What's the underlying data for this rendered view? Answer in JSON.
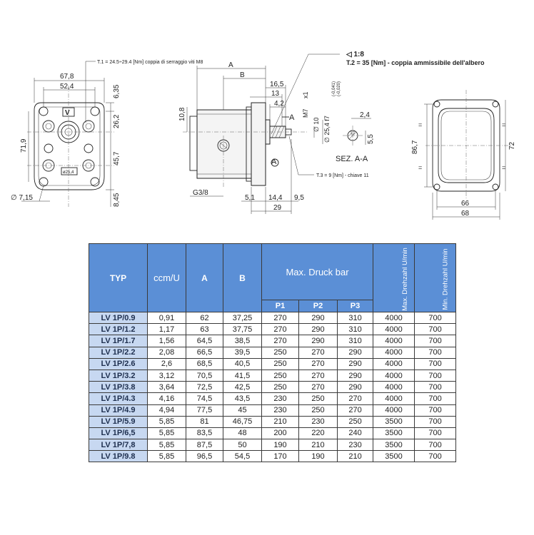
{
  "drawing": {
    "front": {
      "d_67_8": "67,8",
      "d_52_4": "52,4",
      "d_71_9": "71,9",
      "d_6_35": "6,35",
      "d_26_2": "26,2",
      "d_45_7": "45,7",
      "d_8_45": "8,45",
      "d_7_15": "∅ 7,15",
      "badge": "ø25,4",
      "torque_note": "T.1 = 24.5÷29.4 [Nm]  coppia di serraggio viti M8"
    },
    "side": {
      "A": "A",
      "B": "B",
      "d_16_5": "16,5",
      "d_13": "13",
      "d_4_2": "4,2",
      "d_10_8": "10,8",
      "d_G3_8": "G3/8",
      "d_5_1": "5,1",
      "d_14_4": "14,4",
      "d_9_5": "9,5",
      "d_29": "29",
      "d_M7": "M7",
      "d_x1": "x1",
      "d_o10": "∅ 10",
      "d_o25_4": "∅ 25,4 f7",
      "tol_top": "(-0,041)",
      "tol_bot": "(-0,020)",
      "section_A_top": "A",
      "section_A_bot": "A",
      "ratio": "◁ 1:8",
      "torque_t2": "T.2 = 35 [Nm] - coppia ammissibile dell'albero",
      "torque_t3": "T.3 = 9 [Nm] -  chiave 11",
      "d_2_4": "2,4",
      "d_5_5": "5,5",
      "section_label": "SEZ. A-A"
    },
    "flange": {
      "d_86_7": "86,7",
      "d_72": "72",
      "d_66": "66",
      "d_68": "68",
      "eq1": "=",
      "eq2": "=",
      "eq3": "=",
      "eq4": "="
    }
  },
  "table": {
    "headers": {
      "typ": "TYP",
      "ccm": "ccm/U",
      "a": "A",
      "b": "B",
      "pressure": "Max. Druck bar",
      "p1": "P1",
      "p2": "P2",
      "p3": "P3",
      "max_speed": "Max. Drehzahl U/min",
      "min_speed": "Min. Drehzahl U/min"
    },
    "rows": [
      [
        "LV 1P/0.9",
        "0,91",
        "62",
        "37,25",
        "270",
        "290",
        "310",
        "4000",
        "700"
      ],
      [
        "LV 1P/1.2",
        "1,17",
        "63",
        "37,75",
        "270",
        "290",
        "310",
        "4000",
        "700"
      ],
      [
        "LV 1P/1.7",
        "1,56",
        "64,5",
        "38,5",
        "270",
        "290",
        "310",
        "4000",
        "700"
      ],
      [
        "LV 1P/2.2",
        "2,08",
        "66,5",
        "39,5",
        "250",
        "270",
        "290",
        "4000",
        "700"
      ],
      [
        "LV 1P/2.6",
        "2,6",
        "68,5",
        "40,5",
        "250",
        "270",
        "290",
        "4000",
        "700"
      ],
      [
        "LV 1P/3.2",
        "3,12",
        "70,5",
        "41,5",
        "250",
        "270",
        "290",
        "4000",
        "700"
      ],
      [
        "LV 1P/3.8",
        "3,64",
        "72,5",
        "42,5",
        "250",
        "270",
        "290",
        "4000",
        "700"
      ],
      [
        "LV 1P/4.3",
        "4,16",
        "74,5",
        "43,5",
        "230",
        "250",
        "270",
        "4000",
        "700"
      ],
      [
        "LV 1P/4.9",
        "4,94",
        "77,5",
        "45",
        "230",
        "250",
        "270",
        "4000",
        "700"
      ],
      [
        "LV 1P/5.9",
        "5,85",
        "81",
        "46,75",
        "210",
        "230",
        "250",
        "3500",
        "700"
      ],
      [
        "LV 1P/6,5",
        "5,85",
        "83,5",
        "48",
        "200",
        "220",
        "240",
        "3500",
        "700"
      ],
      [
        "LV 1P/7,8",
        "5,85",
        "87,5",
        "50",
        "190",
        "210",
        "230",
        "3500",
        "700"
      ],
      [
        "LV 1P/9.8",
        "5,85",
        "96,5",
        "54,5",
        "170",
        "190",
        "210",
        "3500",
        "700"
      ]
    ]
  }
}
